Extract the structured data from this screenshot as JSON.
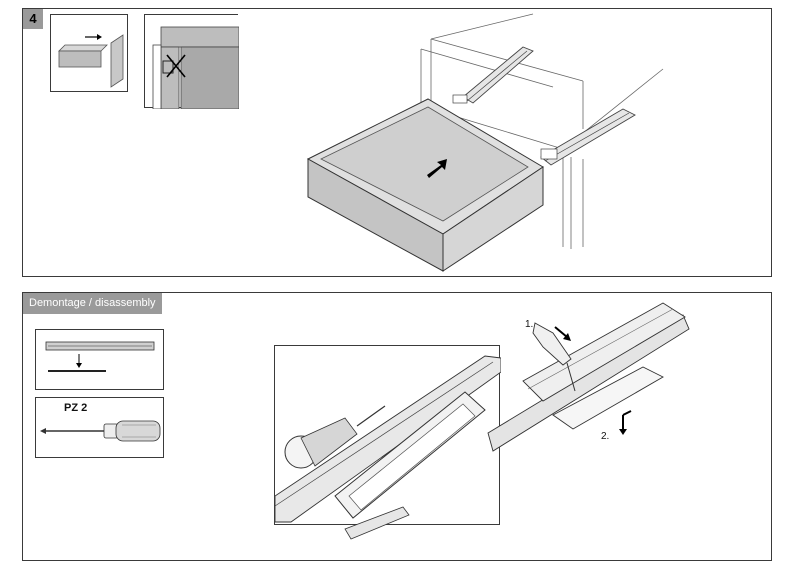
{
  "step_number": "4",
  "disassembly_title": "Demontage / disassembly",
  "tool_label": "PZ 2",
  "step_marks": [
    "1.",
    "2."
  ]
}
